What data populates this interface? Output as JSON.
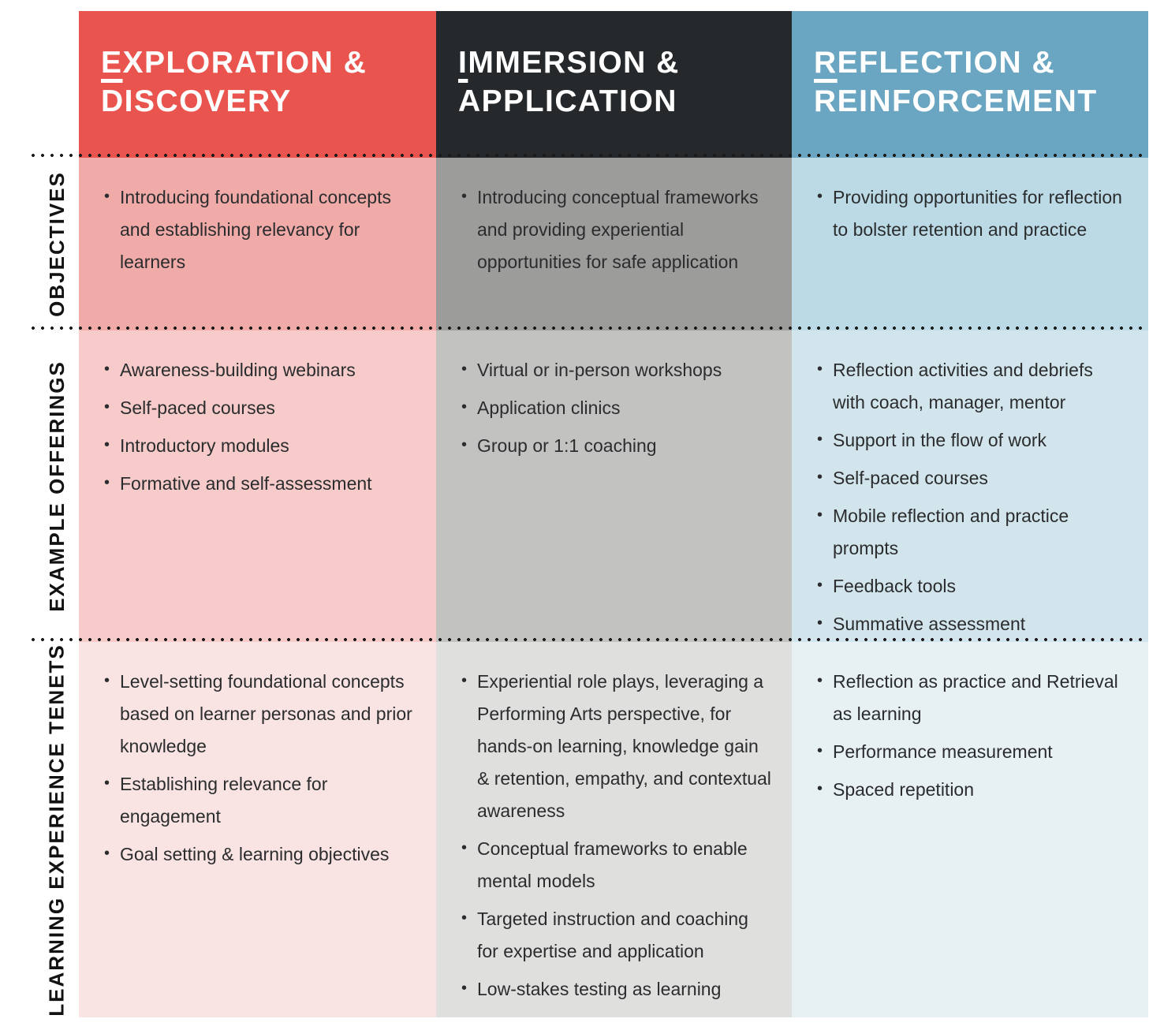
{
  "table": {
    "row_labels": [
      {
        "id": "objectives",
        "label": "OBJECTIVES"
      },
      {
        "id": "offerings",
        "label": "EXAMPLE OFFERINGS"
      },
      {
        "id": "tenets",
        "label": "LEARNING EXPERIENCE TENETS"
      }
    ],
    "columns": [
      {
        "id": "exploration-discovery",
        "header": {
          "initial": "E",
          "line1_rest": "XPLORATION &",
          "line2": "DISCOVERY"
        },
        "colors": {
          "header_bg": "#EA544E",
          "header_text": "#FFFFFF",
          "row1_bg": "#F0ABA8",
          "row2_bg": "#F6CBC9",
          "row3_bg": "#FAE4E3"
        },
        "objectives": [
          "Introducing foundational concepts and establishing relevancy for learners"
        ],
        "offerings": [
          "Awareness-building webinars",
          "Self-paced courses",
          "Introductory modules",
          "Formative and self-assessment"
        ],
        "tenets": [
          "Level-setting foundational concepts based on learner personas and prior knowledge",
          "Establishing relevance for engagement",
          "Goal setting & learning objectives"
        ]
      },
      {
        "id": "immersion-application",
        "header": {
          "initial": "I",
          "line1_rest": "MMERSION &",
          "line2": "APPLICATION"
        },
        "colors": {
          "header_bg": "#26292B",
          "header_text": "#FFFFFF",
          "row1_bg": "#9C9C9A",
          "row2_bg": "#C2C2C0",
          "row3_bg": "#DFDFDD"
        },
        "objectives": [
          "Introducing conceptual frameworks and providing experiential opportunities for safe application"
        ],
        "offerings": [
          "Virtual or in-person workshops",
          "Application clinics",
          "Group or 1:1 coaching"
        ],
        "tenets": [
          "Experiential role plays, leveraging a Performing Arts perspective, for hands-on learning, knowledge gain & retention, empathy, and contextual awareness",
          "Conceptual frameworks to enable mental models",
          "Targeted instruction and coaching for expertise and application",
          "Low-stakes testing as learning"
        ]
      },
      {
        "id": "reflection-reinforcement",
        "header": {
          "initial": "R",
          "line1_rest": "EFLECTION &",
          "line2": "REINFORCEMENT"
        },
        "colors": {
          "header_bg": "#6AA5C1",
          "header_text": "#FFFFFF",
          "row1_bg": "#BCDAE5",
          "row2_bg": "#D3E5EC",
          "row3_bg": "#E7F0F3"
        },
        "objectives": [
          "Providing opportunities for reflection to bolster retention and practice"
        ],
        "offerings": [
          "Reflection activities and debriefs with coach, manager, mentor",
          "Support in the flow of work",
          "Self-paced courses",
          "Mobile reflection and practice prompts",
          "Feedback tools",
          "Summative assessment"
        ],
        "tenets": [
          "Reflection as practice and Retrieval as learning",
          "Performance measurement",
          "Spaced repetition"
        ]
      }
    ],
    "separator_color": "#1B1B1B",
    "text_color": "#2A2C2E"
  }
}
